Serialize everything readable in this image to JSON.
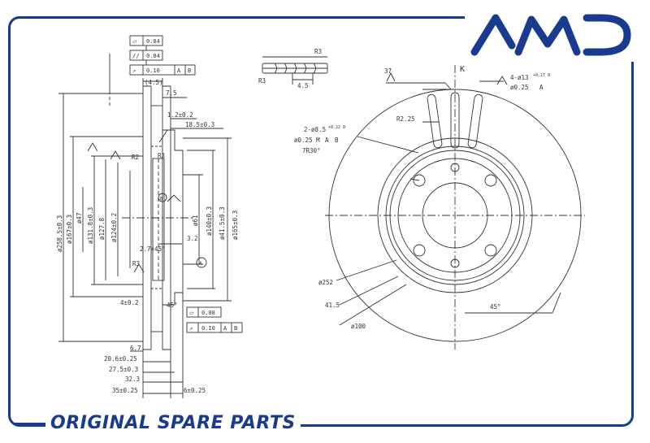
{
  "brand": {
    "logo_text": "AMD",
    "footer_text": "ORIGINAL SPARE PARTS",
    "color": "#1a3a8f"
  },
  "tolerances": {
    "flatness": "0.04",
    "parallelism": "0.04",
    "runout_top": "0.10",
    "datum_a": "A",
    "datum_b": "B",
    "runout_bottom": "0.10",
    "flat_bottom": "0.08"
  },
  "section_dims": {
    "d45_paren": "(4.5)",
    "d7_5": "7.5",
    "d1_2": "1.2±0.2",
    "d18_5": "18.5±0.3",
    "r2": "R2",
    "r3a": "R3",
    "r3b": "R3",
    "d2_7": "2.7×45°",
    "d4_0_2": "4±0.2",
    "d45deg": "45°",
    "d6_7": "6.7",
    "d20_6": "20.6±0.25",
    "d27_5": "27.5±0.3",
    "d32_3": "32.3",
    "d35": "35±0.25",
    "d6": "6±0.25",
    "d258": "ø258.5±0.3",
    "d167": "ø167±0.3",
    "d47": "ø47",
    "d131": "ø131.8±0.3",
    "d127": "ø127.8",
    "d124": "ø124±0.2",
    "d61": "ø61",
    "d140": "ø140±0.3",
    "d41_5": "ø41.5±0.3",
    "d165": "ø165±0.3",
    "d3_2": "3.2",
    "a_ref": "A",
    "b_ref": "B"
  },
  "detail": {
    "r3_top": "R3",
    "r3_left": "R3",
    "d4_5": "4.5"
  },
  "front_view": {
    "k_label": "K",
    "d37": "37",
    "r2_25": "R2.25",
    "holes_4": "4-ø13",
    "holes_4_tol": "+0.27 0",
    "pos_025": "ø0.25",
    "holes_2": "2-ø8.5",
    "holes_2_tol": "+0.22 0",
    "pos_025b": "ø0.25 M",
    "angle_7r": "7R30°",
    "d252": "ø252",
    "d41_5": "41.5",
    "d100": "ø100",
    "ang45": "45°",
    "datum_a": "A",
    "datum_b": "B"
  }
}
